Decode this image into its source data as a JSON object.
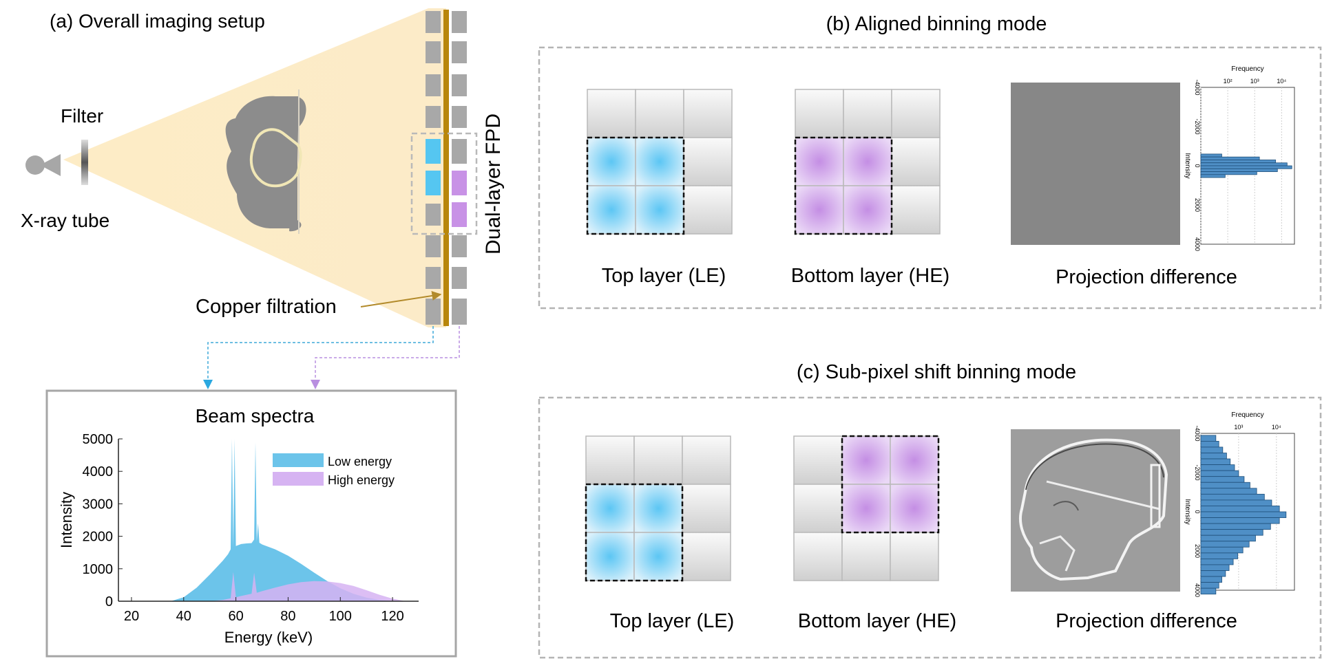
{
  "panel_a": {
    "title": "(a) Overall imaging setup",
    "filter_label": "Filter",
    "tube_label": "X-ray tube",
    "detector_label": "Dual-layer FPD",
    "copper_label": "Copper filtration"
  },
  "spectra": {
    "title": "Beam spectra",
    "legend_low": "Low energy",
    "legend_high": "High energy",
    "xlabel": "Energy (keV)",
    "ylabel": "Intensity",
    "x_ticks": [
      "20",
      "40",
      "60",
      "80",
      "100",
      "120"
    ],
    "y_ticks": [
      "0",
      "1000",
      "2000",
      "3000",
      "4000",
      "5000"
    ]
  },
  "panel_b": {
    "title": "(b) Aligned binning mode",
    "top_label": "Top layer (LE)",
    "bottom_label": "Bottom layer (HE)",
    "diff_label": "Projection difference",
    "hist_freq_label": "Frequency",
    "hist_int_label": "Intensity",
    "hist_x_ticks": [
      "10²",
      "10³",
      "10⁴"
    ],
    "hist_y_ticks": [
      "-4000",
      "-2000",
      "0",
      "2000",
      "4000"
    ]
  },
  "panel_c": {
    "title": "(c) Sub-pixel shift binning mode",
    "top_label": "Top layer (LE)",
    "bottom_label": "Bottom layer (HE)",
    "diff_label": "Projection difference",
    "hist_freq_label": "Frequency",
    "hist_int_label": "Intensity",
    "hist_x_ticks": [
      "10³",
      "10⁴"
    ],
    "hist_y_ticks": [
      "-4000",
      "-2000",
      "0",
      "2000",
      "4000"
    ]
  },
  "chart_data": [
    {
      "type": "area",
      "title": "Beam spectra",
      "xlabel": "Energy (keV)",
      "ylabel": "Intensity",
      "xlim": [
        15,
        130
      ],
      "ylim": [
        0,
        5000
      ],
      "legend_position": "top-right",
      "series": [
        {
          "name": "Low energy",
          "color": "#6cc4ea",
          "x": [
            35,
            40,
            45,
            50,
            55,
            57,
            58,
            58.5,
            59,
            59.5,
            60,
            62,
            64,
            66,
            67,
            67.5,
            68,
            68.5,
            69,
            70,
            75,
            80,
            85,
            90,
            95,
            100,
            105,
            110,
            115,
            120,
            125
          ],
          "y": [
            0,
            120,
            420,
            820,
            1250,
            1450,
            1600,
            5000,
            1650,
            5000,
            1700,
            1760,
            1780,
            1790,
            1900,
            4900,
            1850,
            2400,
            1800,
            1750,
            1600,
            1400,
            1150,
            880,
            620,
            400,
            230,
            110,
            40,
            10,
            0
          ]
        },
        {
          "name": "High energy",
          "color": "#d6b3f2",
          "x": [
            50,
            55,
            58,
            59,
            60,
            62,
            66,
            67,
            68,
            70,
            75,
            80,
            85,
            90,
            95,
            100,
            105,
            110,
            115,
            120,
            125
          ],
          "y": [
            0,
            40,
            90,
            900,
            120,
            160,
            230,
            880,
            260,
            310,
            420,
            520,
            590,
            620,
            610,
            560,
            470,
            340,
            200,
            80,
            0
          ]
        }
      ]
    },
    {
      "type": "bar",
      "title": "",
      "xlabel": "Frequency",
      "ylabel": "Intensity",
      "x_scale": "log",
      "xlim": [
        10,
        30000
      ],
      "ylim": [
        -4000,
        4000
      ],
      "series": [
        {
          "name": "Aligned binning mode",
          "color": "#4f8fc6",
          "bins": [
            -600,
            -450,
            -300,
            -150,
            0,
            150,
            300,
            450
          ],
          "counts": [
            60,
            1500,
            6000,
            16000,
            24000,
            7000,
            1200,
            80
          ]
        }
      ]
    },
    {
      "type": "bar",
      "title": "",
      "xlabel": "Frequency",
      "ylabel": "Intensity",
      "x_scale": "log",
      "xlim": [
        100,
        30000
      ],
      "ylim": [
        -4000,
        4000
      ],
      "series": [
        {
          "name": "Sub-pixel shift binning mode",
          "color": "#4f8fc6",
          "bins": [
            -3900,
            -3600,
            -3300,
            -3000,
            -2700,
            -2400,
            -2100,
            -1800,
            -1500,
            -1200,
            -900,
            -600,
            -300,
            0,
            300,
            600,
            900,
            1200,
            1500,
            1800,
            2100,
            2400,
            2700,
            3000,
            3300,
            3600,
            3900
          ],
          "counts": [
            250,
            300,
            380,
            480,
            600,
            780,
            1000,
            1400,
            2000,
            3000,
            4800,
            7500,
            12000,
            18000,
            12000,
            7000,
            4400,
            2800,
            1900,
            1300,
            950,
            720,
            560,
            450,
            360,
            300,
            250
          ]
        }
      ]
    }
  ]
}
